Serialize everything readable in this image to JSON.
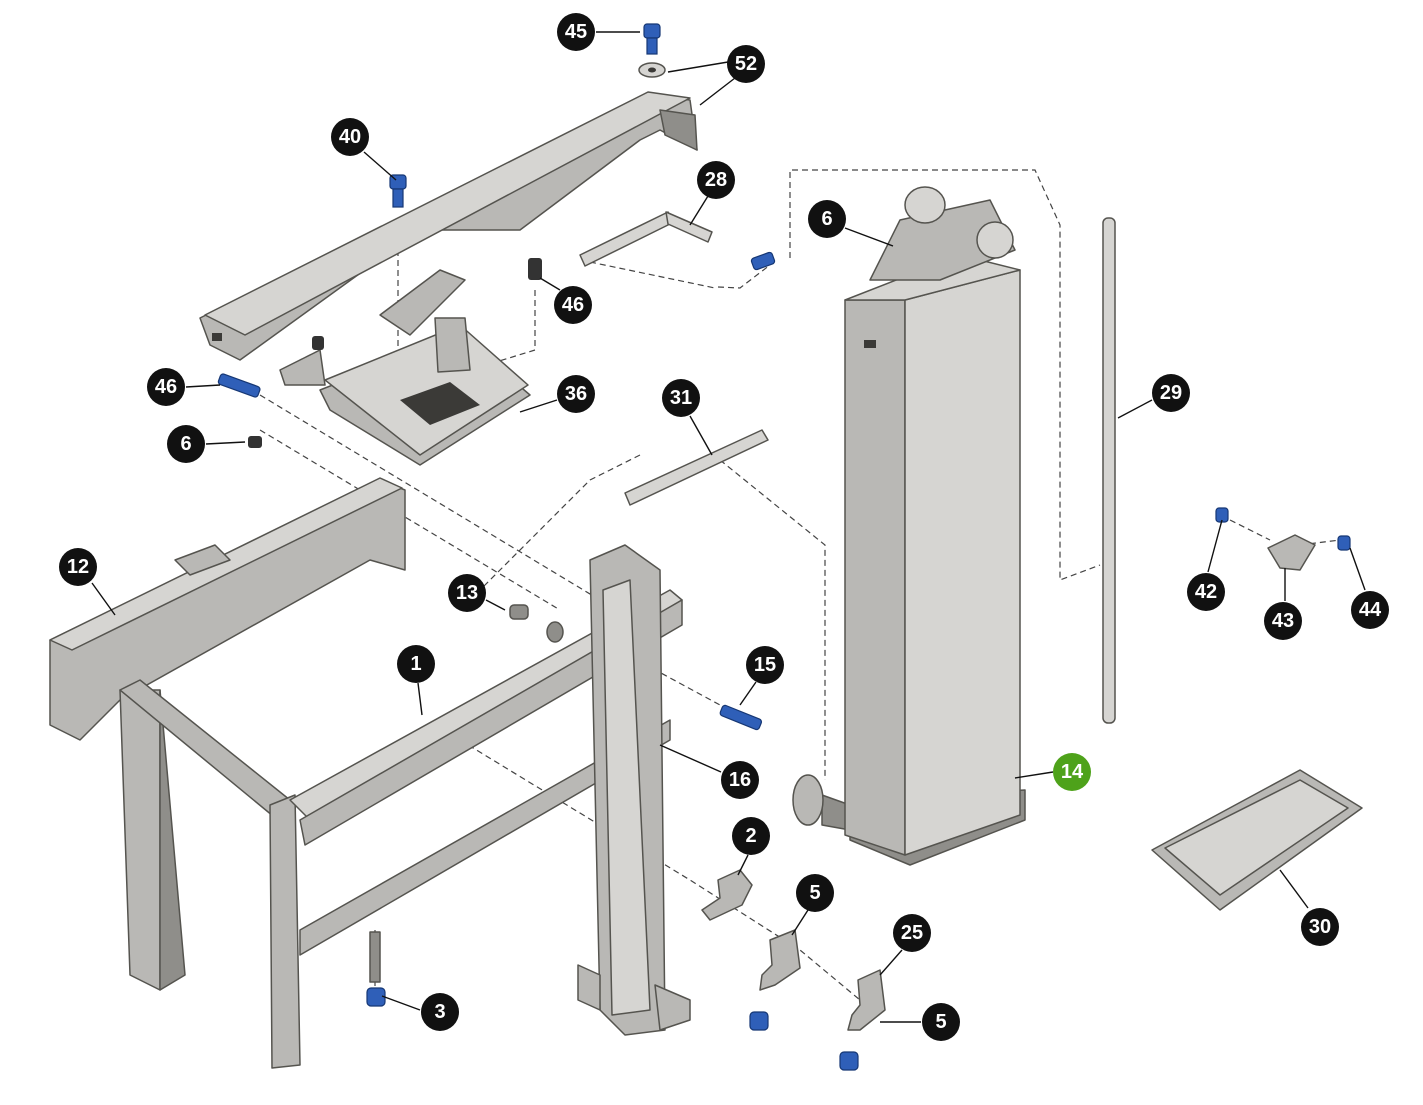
{
  "diagram": {
    "type": "exploded-parts-view",
    "highlight_color": "#4ea21a",
    "callouts": [
      {
        "label": "45"
      },
      {
        "label": "52"
      },
      {
        "label": "40"
      },
      {
        "label": "28"
      },
      {
        "label": "6"
      },
      {
        "label": "46"
      },
      {
        "label": "46"
      },
      {
        "label": "36"
      },
      {
        "label": "6"
      },
      {
        "label": "31"
      },
      {
        "label": "29"
      },
      {
        "label": "12"
      },
      {
        "label": "13"
      },
      {
        "label": "42"
      },
      {
        "label": "43"
      },
      {
        "label": "44"
      },
      {
        "label": "1"
      },
      {
        "label": "15"
      },
      {
        "label": "16"
      },
      {
        "label": "14",
        "highlighted": true
      },
      {
        "label": "2"
      },
      {
        "label": "5"
      },
      {
        "label": "25"
      },
      {
        "label": "3"
      },
      {
        "label": "5"
      },
      {
        "label": "30"
      }
    ]
  }
}
